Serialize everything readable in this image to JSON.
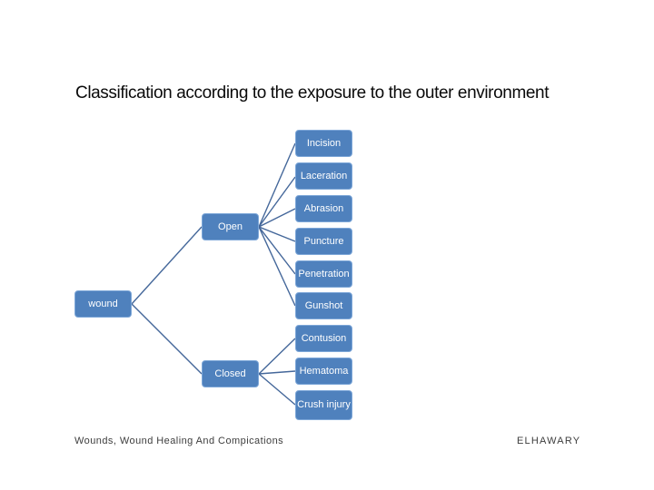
{
  "slide": {
    "title": "Classification according to the exposure to the outer environment",
    "footer_left": "Wounds, Wound Healing And Compications",
    "footer_right": "ELHAWARY"
  },
  "diagram": {
    "type": "hierarchy-tree",
    "orientation": "left-to-right",
    "colors": {
      "node_fill": "#4f81bd",
      "node_border": "#7da7d8",
      "node_text": "#ffffff",
      "connector": "#44679a",
      "title_text": "#0a0a0a",
      "footer_text": "#3d3d3d",
      "background": "#ffffff"
    },
    "root": {
      "label": "wound",
      "children": [
        {
          "label": "Open",
          "children": [
            {
              "label": "Incision"
            },
            {
              "label": "Laceration"
            },
            {
              "label": "Abrasion"
            },
            {
              "label": "Puncture"
            },
            {
              "label": "Penetration"
            },
            {
              "label": "Gunshot"
            }
          ]
        },
        {
          "label": "Closed",
          "children": [
            {
              "label": "Contusion"
            },
            {
              "label": "Hematoma"
            },
            {
              "label": "Crush injury"
            }
          ]
        }
      ]
    }
  }
}
